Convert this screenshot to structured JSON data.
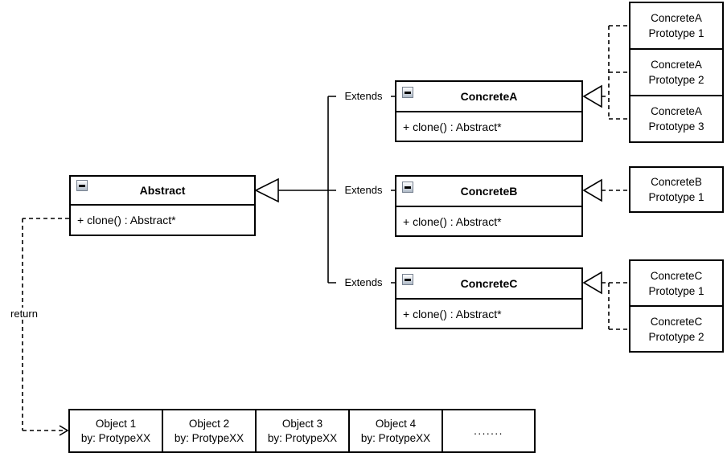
{
  "colors": {
    "background": "#ffffff",
    "line": "#000000",
    "box_border": "#000000",
    "box_fill": "#ffffff",
    "minus_button_border": "#76808f",
    "minus_button_fill_top": "#fdfdfd",
    "minus_button_fill_bottom": "#aeb9c6"
  },
  "connector_labels": {
    "extends_a": "Extends",
    "extends_b": "Extends",
    "extends_c": "Extends",
    "return": "return"
  },
  "classes": {
    "abstract": {
      "title": "Abstract",
      "method": "+ clone() : Abstract*"
    },
    "concreteA": {
      "title": "ConcreteA",
      "method": "+ clone() : Abstract*"
    },
    "concreteB": {
      "title": "ConcreteB",
      "method": "+ clone() : Abstract*"
    },
    "concreteC": {
      "title": "ConcreteC",
      "method": "+ clone() : Abstract*"
    }
  },
  "prototypes": {
    "concreteA": [
      {
        "line1": "ConcreteA",
        "line2": "Prototype 1"
      },
      {
        "line1": "ConcreteA",
        "line2": "Prototype 2"
      },
      {
        "line1": "ConcreteA",
        "line2": "Prototype 3"
      }
    ],
    "concreteB": [
      {
        "line1": "ConcreteB",
        "line2": "Prototype 1"
      }
    ],
    "concreteC": [
      {
        "line1": "ConcreteC",
        "line2": "Prototype 1"
      },
      {
        "line1": "ConcreteC",
        "line2": "Prototype 2"
      }
    ]
  },
  "objects": {
    "items": [
      {
        "name": "Object 1",
        "by": "by: ProtypeXX"
      },
      {
        "name": "Object 2",
        "by": "by: ProtypeXX"
      },
      {
        "name": "Object 3",
        "by": "by: ProtypeXX"
      },
      {
        "name": "Object 4",
        "by": "by: ProtypeXX"
      }
    ],
    "ellipsis": "......."
  }
}
